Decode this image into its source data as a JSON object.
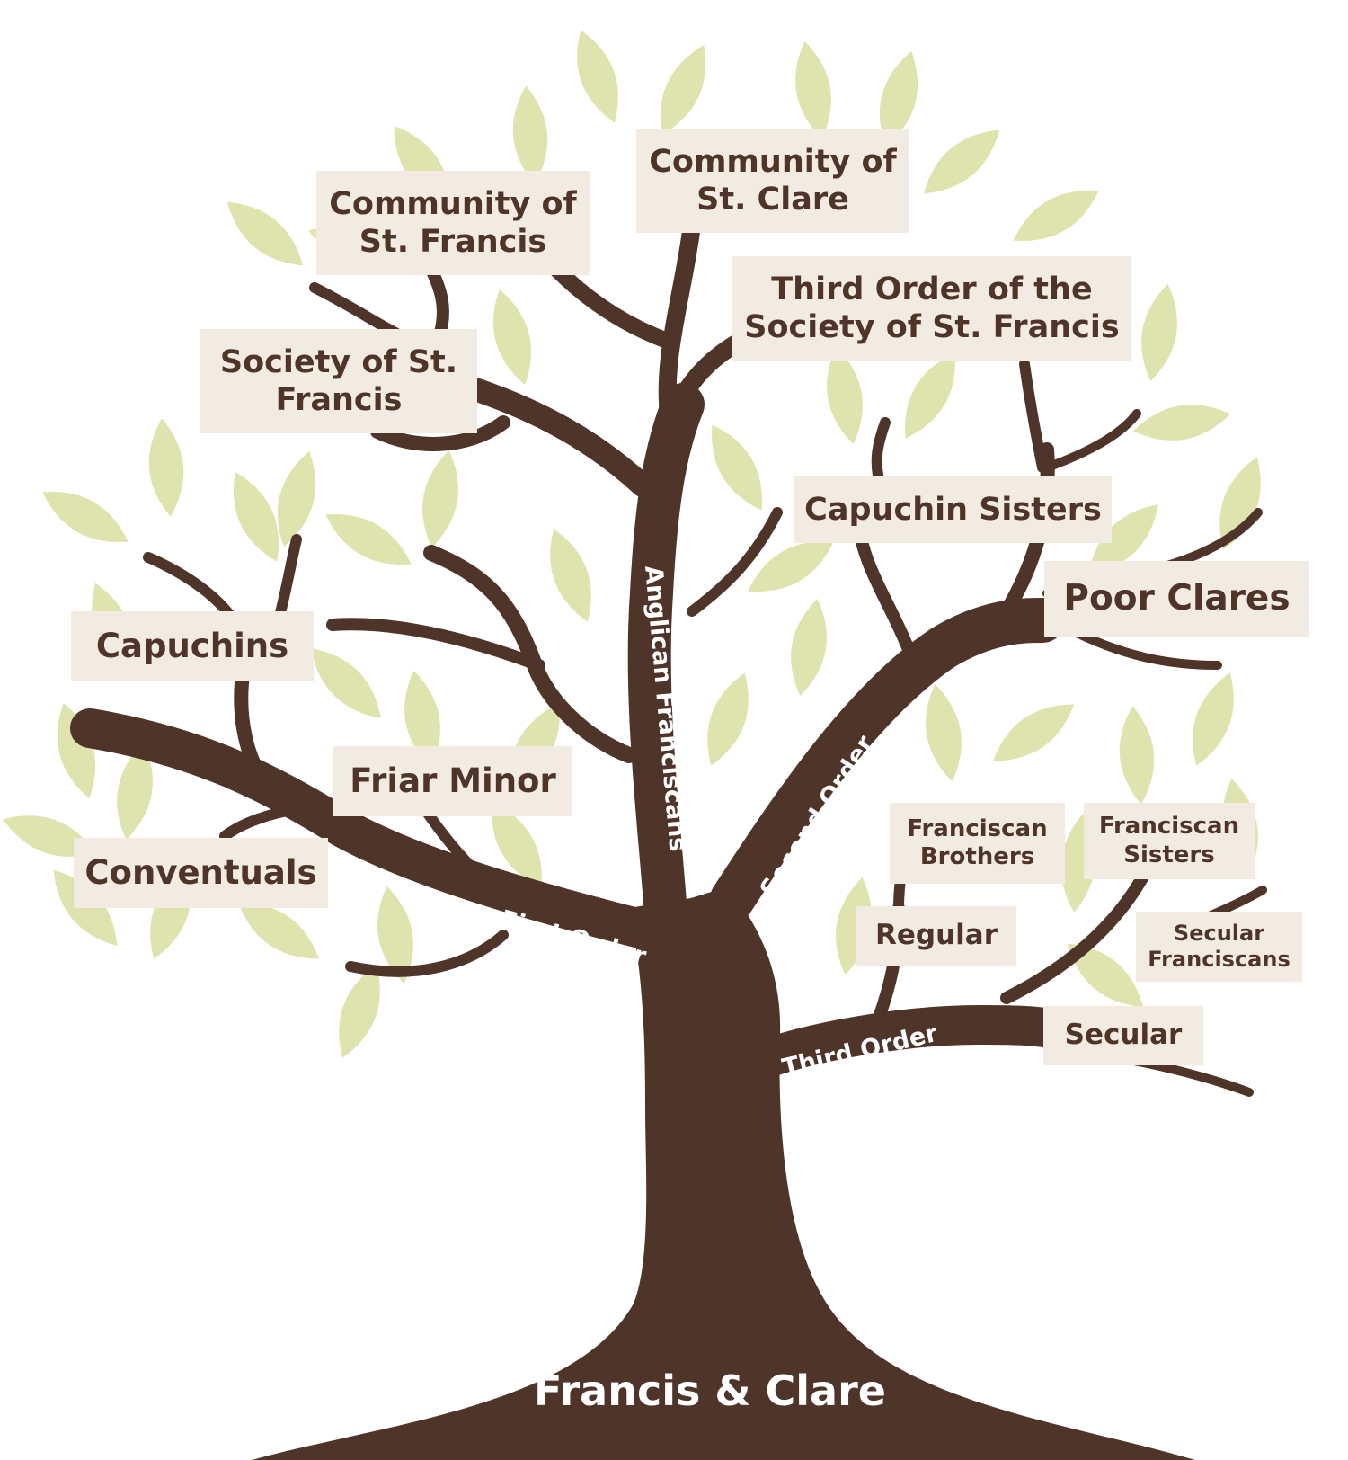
{
  "root": {
    "title": "Francis & Clare"
  },
  "branches": {
    "first_order": "First Order",
    "second_order": "Second Order",
    "third_order": "Third Order",
    "anglican": "Anglican Franciscans"
  },
  "nodes": {
    "community_st_francis": "Community of St. Francis",
    "community_st_clare": "Community of St. Clare",
    "third_order_ssf": "Third Order of the Society  of St. Francis",
    "society_st_francis": "Society of St. Francis",
    "capuchin_sisters": "Capuchin Sisters",
    "poor_clares": "Poor Clares",
    "capuchins": "Capuchins",
    "friar_minor": "Friar Minor",
    "conventuals": "Conventuals",
    "franciscan_brothers": "Franciscan Brothers",
    "franciscan_sisters": "Franciscan Sisters",
    "regular": "Regular",
    "secular_franciscans": "Secular Franciscans",
    "secular": "Secular"
  },
  "colors": {
    "trunk": "#4e3429",
    "leaf": "#dfe3ae",
    "label_bg": "#f1ebe1",
    "label_text": "#4e3429",
    "branch_text": "#ffffff"
  }
}
